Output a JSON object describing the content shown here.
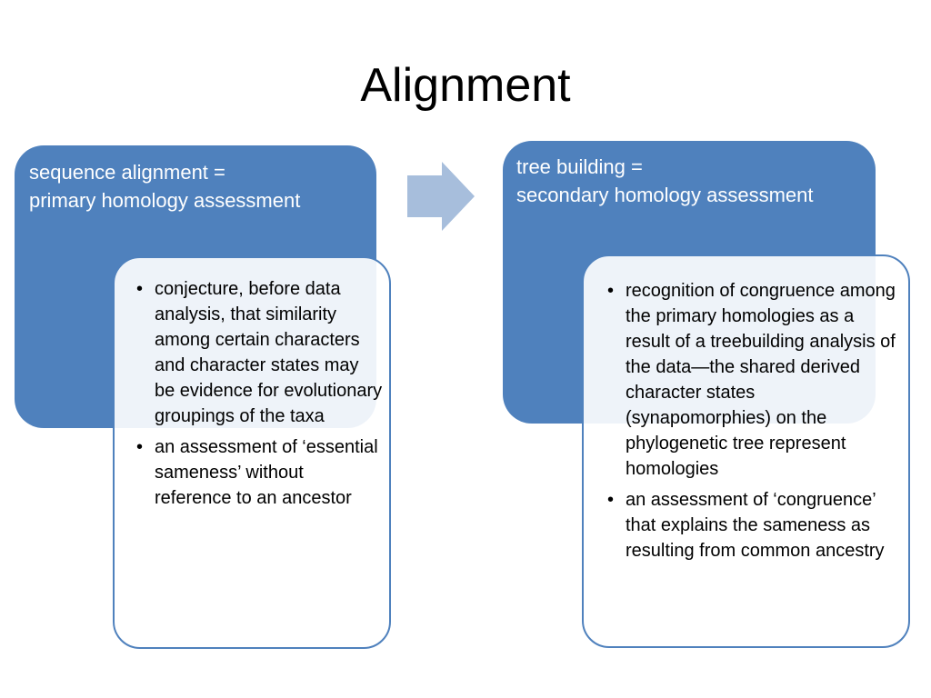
{
  "title": "Alignment",
  "left": {
    "header_line1": "sequence alignment =",
    "header_line2": "primary homology assessment",
    "bullets": [
      "conjecture, before data analysis, that similarity among certain characters and character states may be evidence for evolutionary groupings of the taxa",
      "an assessment of ‘essential sameness’ without reference to an ancestor"
    ]
  },
  "right": {
    "header_line1": "tree building =",
    "header_line2": "secondary homology assessment",
    "bullets": [
      "recognition of congruence among the primary homologies as a result of a treebuilding analysis of the data—the shared derived character states (synapomorphies) on the phylogenetic tree represent homologies",
      "an assessment of ‘congruence’ that explains the sameness as resulting from common ancestry"
    ]
  },
  "colors": {
    "box_fill": "#4f81bd",
    "arrow_fill": "#a7bedc",
    "detail_border": "#4f81bd"
  },
  "icons": {
    "arrow": "right-arrow-icon"
  }
}
